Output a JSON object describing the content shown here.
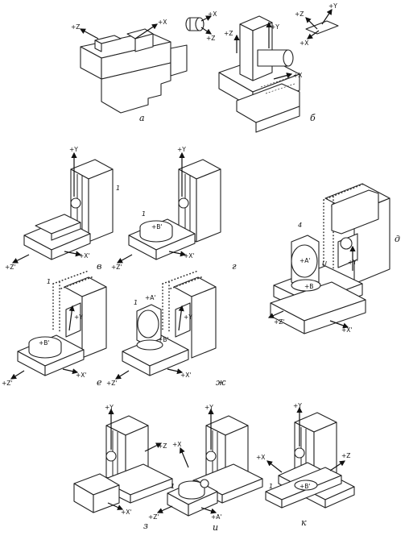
{
  "colors": {
    "ink": "#222222",
    "paper": "#ffffff"
  },
  "captions": {
    "a": "а",
    "b": "б",
    "v": "в",
    "g": "г",
    "d": "д",
    "e": "е",
    "zh": "ж",
    "z": "з",
    "i": "и",
    "k": "к"
  },
  "axes": {
    "x": "+X",
    "y": "+Y",
    "z": "+Z",
    "xp": "+X'",
    "yp": "+Y'",
    "zp": "+Z'",
    "ap": "+A'",
    "bp": "+B'",
    "b": "+B"
  },
  "numbers": {
    "one": "1",
    "four": "4",
    "u": "U"
  }
}
